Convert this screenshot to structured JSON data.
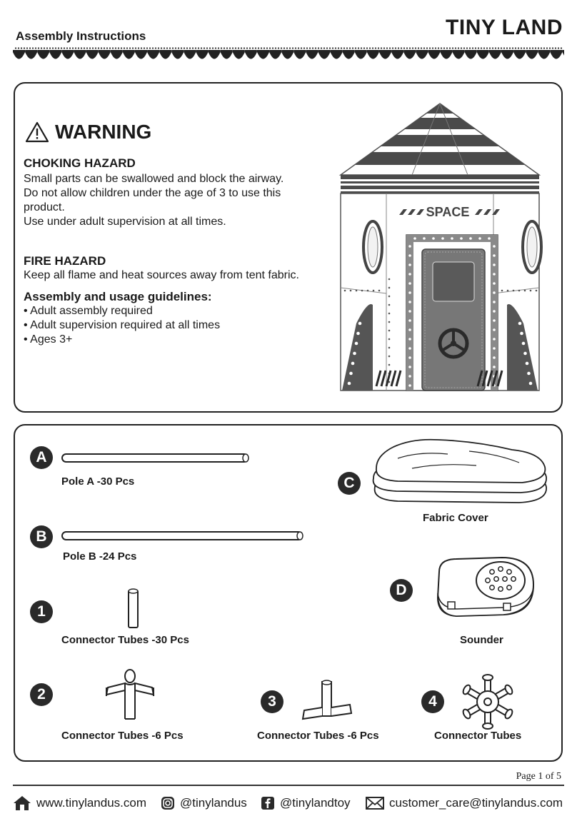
{
  "header": {
    "title": "Assembly Instructions",
    "brand": "TINY LAND"
  },
  "warning": {
    "title": "WARNING",
    "choking": {
      "heading": "CHOKING HAZARD",
      "lines": [
        "Small parts can be swallowed and block the airway.",
        "Do not allow children under the age of 3 to use this",
        "product.",
        "Use under adult supervision at all times."
      ]
    },
    "fire": {
      "heading": "FIRE HAZARD",
      "lines": [
        "Keep all flame and heat sources away from tent fabric."
      ]
    },
    "guidelines": {
      "heading": "Assembly and usage guidelines:",
      "lines": [
        "• Adult assembly required",
        "• Adult supervision required at all times",
        "• Ages 3+"
      ]
    },
    "rocket_sign": "SPACE"
  },
  "parts": {
    "a": {
      "badge": "A",
      "label": "Pole A -30 Pcs"
    },
    "b": {
      "badge": "B",
      "label": "Pole B -24 Pcs"
    },
    "c": {
      "badge": "C",
      "label": "Fabric Cover"
    },
    "d": {
      "badge": "D",
      "label": "Sounder"
    },
    "t1": {
      "badge": "1",
      "label": "Connector Tubes -30 Pcs"
    },
    "t2": {
      "badge": "2",
      "label": "Connector Tubes -6 Pcs"
    },
    "t3": {
      "badge": "3",
      "label": "Connector Tubes -6 Pcs"
    },
    "t4": {
      "badge": "4",
      "label": "Connector Tubes"
    }
  },
  "page": "Page 1 of 5",
  "footer": {
    "website": "www.tinylandus.com",
    "instagram": "@tinylandus",
    "facebook": "@tinylandtoy",
    "email": "customer_care@tinylandus.com"
  }
}
